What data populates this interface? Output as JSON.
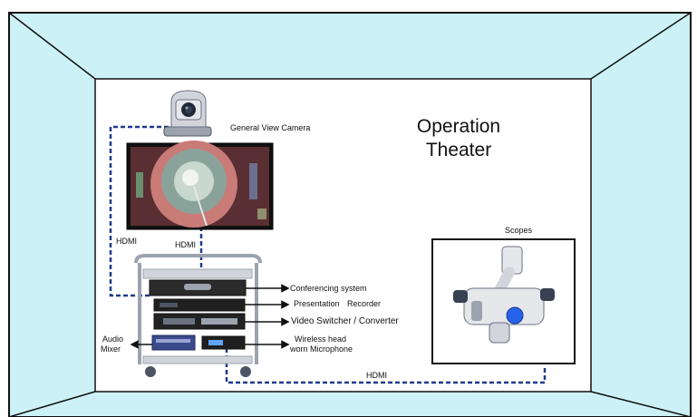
{
  "room": {
    "title_line1": "Operation",
    "title_line2": "Theater",
    "wall_color": "#ccf2f8",
    "inner_color": "#ffffff",
    "line_color": "#1e3a8a"
  },
  "devices": {
    "camera_label": "General View Camera",
    "scopes_label": "Scopes",
    "conferencing_label": "Conferencing system",
    "presentation_label": "Presentation",
    "recorder_label": "Recorder",
    "switcher_label": "Video Switcher / Converter",
    "mic_label_line1": "Wireless head",
    "mic_label_line2": "worn Microphone",
    "audio_label_line1": "Audio",
    "audio_label_line2": "Mixer"
  },
  "connections": {
    "hdmi_left": "HDMI",
    "hdmi_monitor": "HDMI",
    "hdmi_bottom": "HDMI"
  }
}
